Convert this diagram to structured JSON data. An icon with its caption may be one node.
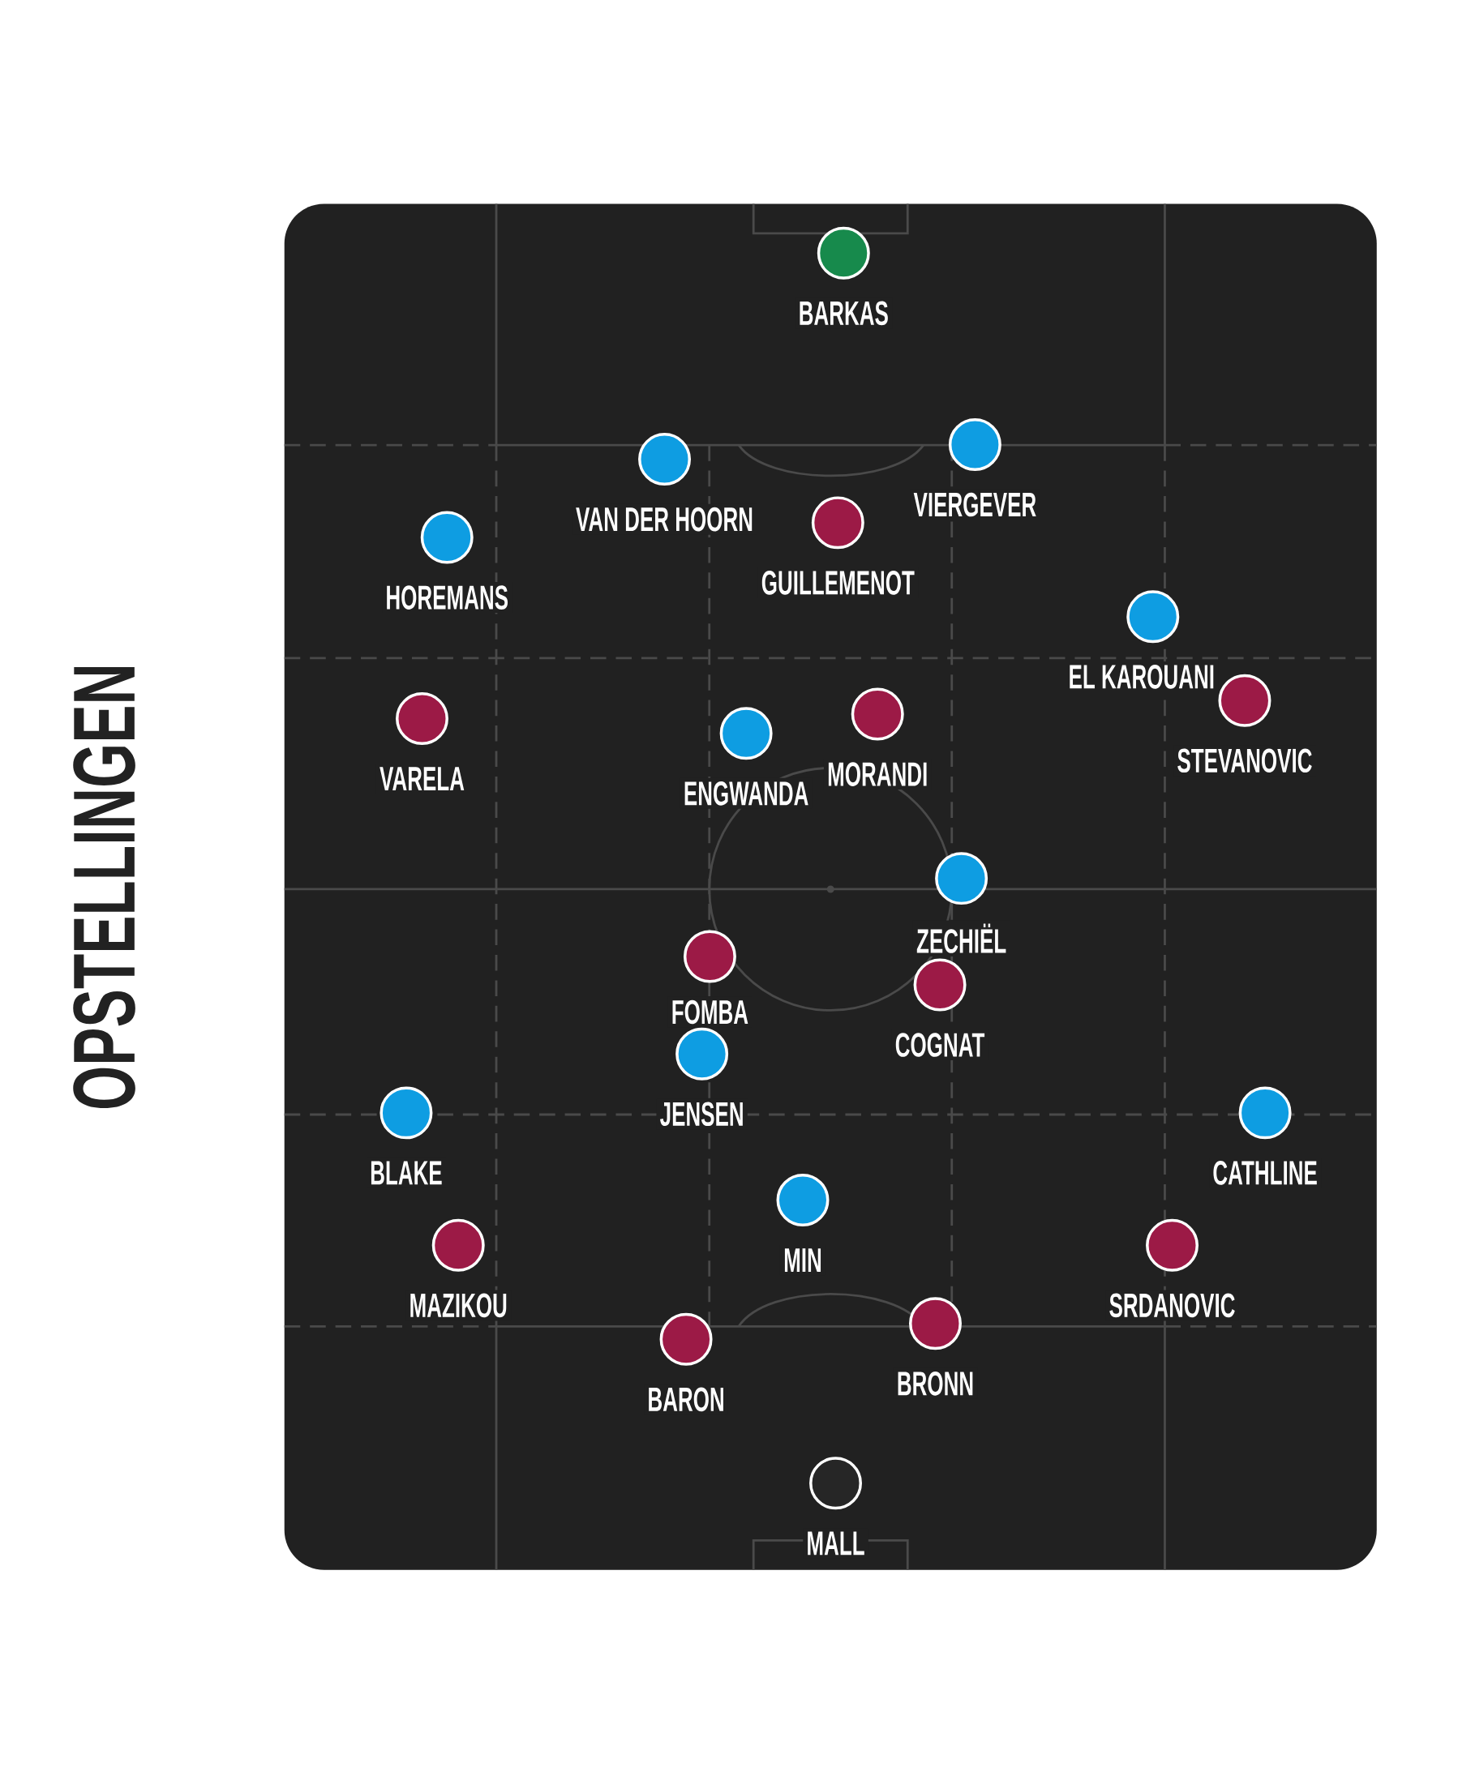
{
  "diagram": {
    "title": "OPSTELLINGEN",
    "nodes": [
      {
        "text": [],
        "shape": "box"
      },
      {
        "text": [
          "BARKAS"
        ],
        "in": 0
      },
      {
        "text": [
          "VIERGEVER"
        ],
        "in": 0
      },
      {
        "text": [
          "VAN DER HOORN"
        ],
        "in": 0
      },
      {
        "text": [
          "GUILLEMENOT"
        ],
        "in": 0
      },
      {
        "text": [
          "HOREMANS"
        ],
        "in": 0
      },
      {
        "text": [
          "EL KAROUANI"
        ],
        "in": 0
      },
      {
        "text": [
          "STEVANOVIC"
        ],
        "in": 0
      },
      {
        "text": [
          "MORANDI"
        ],
        "in": 0
      },
      {
        "text": [
          "VARELA"
        ],
        "in": 0
      },
      {
        "text": [
          "ENGWANDA"
        ],
        "in": 0
      },
      {
        "text": [
          "ZECHIËL"
        ],
        "in": 0
      },
      {
        "text": [
          "FOMBA"
        ],
        "in": 0
      },
      {
        "text": [
          "COGNAT"
        ],
        "in": 0
      },
      {
        "text": [
          "JENSEN"
        ],
        "in": 0
      },
      {
        "text": [
          "BLAKE"
        ],
        "in": 0
      },
      {
        "text": [
          "CATHLINE"
        ],
        "in": 0
      },
      {
        "text": [
          "MIN"
        ],
        "in": 0
      },
      {
        "text": [
          "SRDANOVIC"
        ],
        "in": 0
      },
      {
        "text": [
          "MAZIKOU"
        ],
        "in": 0
      },
      {
        "text": [
          "BRONN"
        ],
        "in": 0
      },
      {
        "text": [
          "BARON"
        ],
        "in": 0
      },
      {
        "text": [
          "MALL"
        ],
        "in": 0
      }
    ]
  }
}
